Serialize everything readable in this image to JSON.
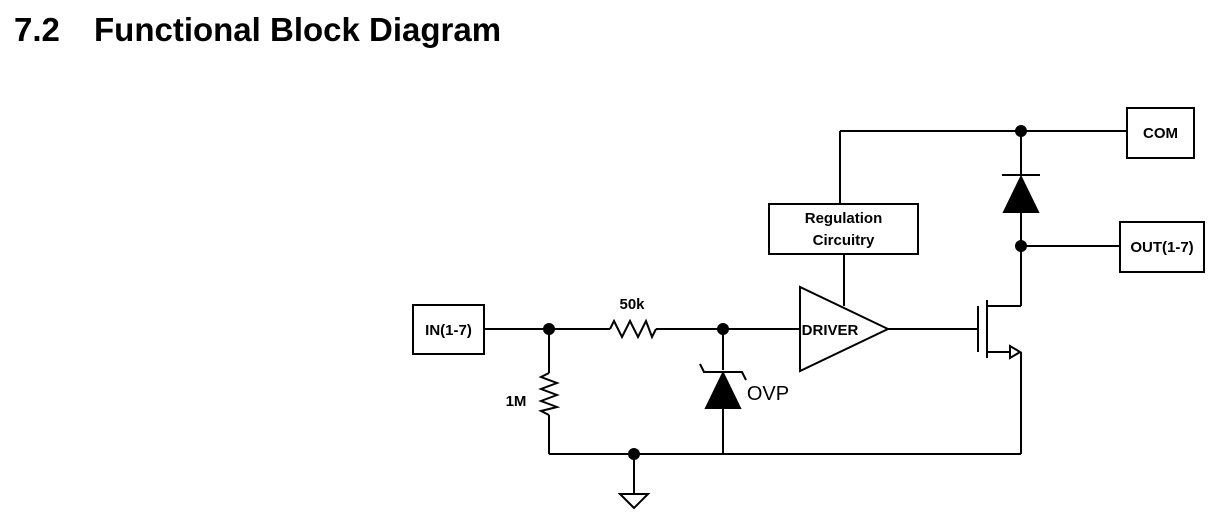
{
  "section": {
    "number": "7.2",
    "title": "Functional Block Diagram"
  },
  "diagram": {
    "input_pin": "IN(1-7)",
    "common_pin": "COM",
    "output_pin": "OUT(1-7)",
    "series_resistor": "50k",
    "pulldown_resistor": "1M",
    "driver": "DRIVER",
    "regulation_line1": "Regulation",
    "regulation_line2": "Circuitry",
    "ovp_label": "OVP"
  }
}
